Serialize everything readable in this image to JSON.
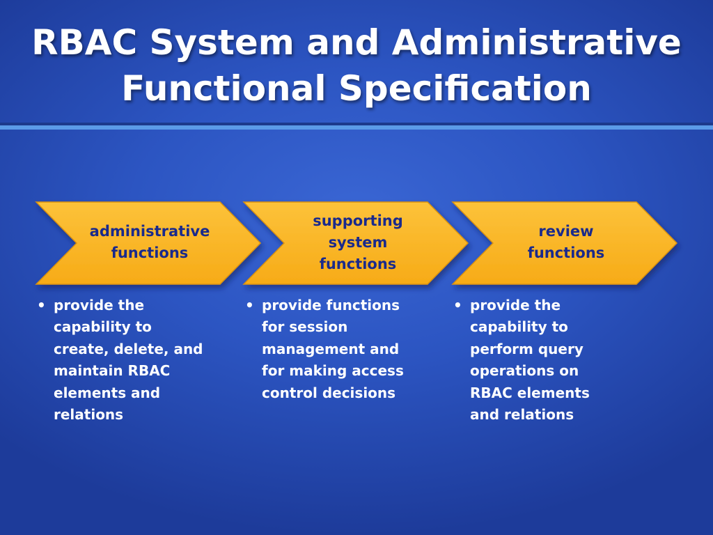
{
  "slide": {
    "title_lines": [
      "RBAC System and Administrative",
      "Functional Specification"
    ]
  },
  "colors": {
    "background": "#2c55c2",
    "chevron_fill": "#fbb62a",
    "chevron_text": "#1a2a8c",
    "bullet_text": "#ffffff",
    "rule_light": "#5b9be8"
  },
  "steps": [
    {
      "label_lines": [
        "administrative",
        "functions"
      ],
      "bullet_marker": "•",
      "bullet_lines": [
        "provide the",
        "capability to",
        "create, delete, and",
        "maintain RBAC",
        "elements and",
        "relations"
      ]
    },
    {
      "label_lines": [
        "supporting",
        "system",
        "functions"
      ],
      "bullet_marker": "•",
      "bullet_lines": [
        "provide functions",
        "for session",
        "management and",
        "for making access",
        "control decisions"
      ]
    },
    {
      "label_lines": [
        "review",
        "functions"
      ],
      "bullet_marker": "•",
      "bullet_lines": [
        "provide the",
        "capability to",
        "perform query",
        "operations on",
        "RBAC elements",
        "and relations"
      ]
    }
  ]
}
